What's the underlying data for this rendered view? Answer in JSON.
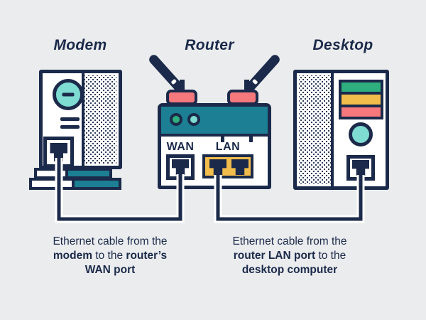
{
  "colors": {
    "background": "#ebecee",
    "navy": "#1b2a4a",
    "teal": "#1c7f93",
    "aqua": "#7fdcd2",
    "green": "#2fae7e",
    "yellow": "#f2bd4b",
    "salmon": "#f4787c"
  },
  "devices": {
    "modem": {
      "title": "Modem"
    },
    "router": {
      "title": "Router",
      "ports": {
        "wan_label": "WAN",
        "lan_label": "LAN"
      }
    },
    "desktop": {
      "title": "Desktop"
    }
  },
  "captions": {
    "left": {
      "lines": [
        [
          {
            "t": "Ethernet cable from the",
            "b": false
          }
        ],
        [
          {
            "t": "modem",
            "b": true
          },
          {
            "t": " to the ",
            "b": false
          },
          {
            "t": "router’s",
            "b": true
          }
        ],
        [
          {
            "t": "WAN port",
            "b": true
          }
        ]
      ]
    },
    "right": {
      "lines": [
        [
          {
            "t": "Ethernet cable from the",
            "b": false
          }
        ],
        [
          {
            "t": "router LAN port",
            "b": true
          },
          {
            "t": " to the",
            "b": false
          }
        ],
        [
          {
            "t": "desktop computer",
            "b": true
          }
        ]
      ]
    }
  }
}
